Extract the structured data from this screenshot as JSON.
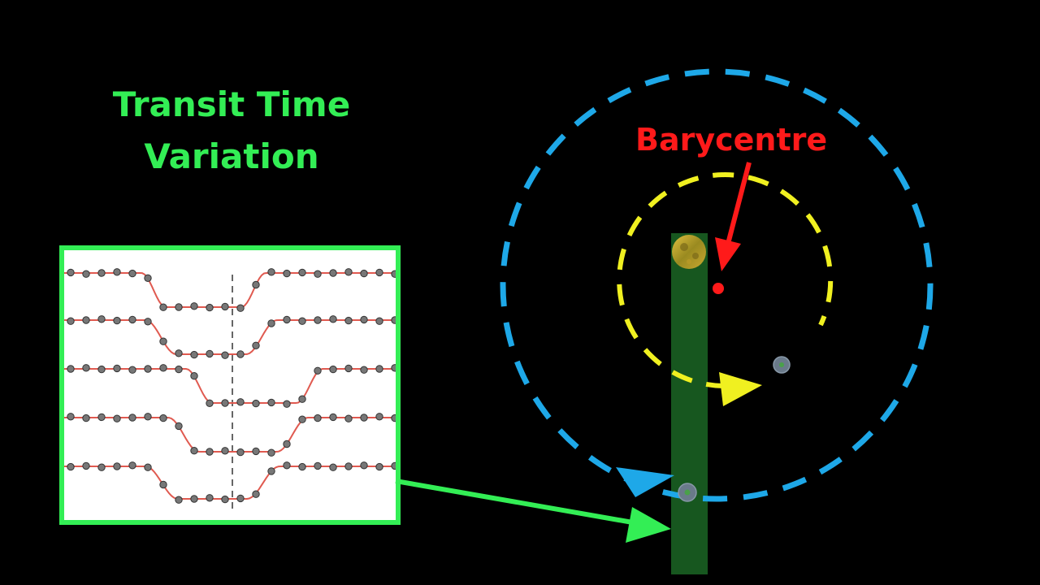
{
  "title": {
    "line1": "Transit Time",
    "line2": "Variation"
  },
  "barycentre": {
    "label": "Barycentre"
  },
  "colors": {
    "title": "#33ee55",
    "panel_border": "#33ee55",
    "barycentre": "#ff1a1a",
    "outer_orbit": "#1ea8e8",
    "inner_orbit": "#f0f020",
    "sightline_strip": "#17571f",
    "fit_curve": "#e05a50",
    "data_point": "#777777",
    "planet": "#6a7a8a"
  },
  "icons": {
    "star": "sun-icon",
    "planet": "planet-icon",
    "barycentre": "barycentre-dot-icon"
  }
}
